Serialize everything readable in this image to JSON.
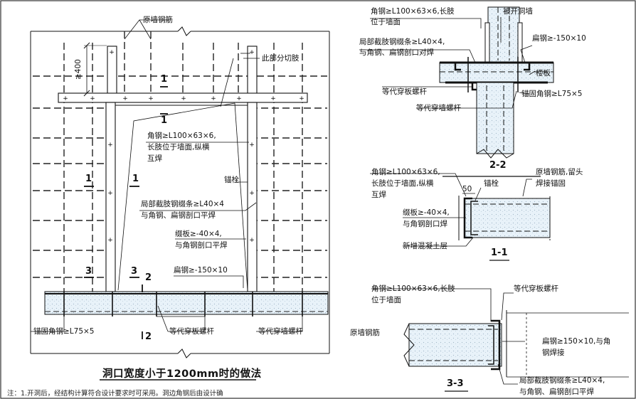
{
  "main_elevation": {
    "labels": {
      "original_rebar": "原墙钢筋",
      "cut_part": "此部分切肢",
      "dim_400": "≥400",
      "angle_steel": [
        "角钢≥L100×63×6,",
        "长肢位于墙面,纵横",
        "互焊"
      ],
      "anchor_bolt": "锚栓",
      "batten_partial": [
        "局部截肢钢缀条≥L40×4",
        "与角钢、扁钢剖口平焊"
      ],
      "batten_plate": [
        "缀板≥-40×4,",
        "与角钢剖口平焊"
      ],
      "flat_steel": "扁钢≥-150×10",
      "anchor_angle": "锚固角钢≥L75×5",
      "through_slab_bolt": "等代穿板螺杆",
      "through_wall_bolt": "等代穿墙螺杆"
    },
    "section_marks": {
      "s1": "1",
      "s3": "3",
      "s2": "2"
    },
    "title": "洞口宽度小于1200mm时的做法",
    "note": "注：1.开洞后，经结构计算符合设计要求时可采用。洞边角钢后由设计确"
  },
  "section_2_2": {
    "title": "2-2",
    "labels": {
      "angle_steel": [
        "角钢≥L100×63×6,长肢",
        "位于墙面"
      ],
      "opened_wall": "被开洞墙",
      "batten_partial": [
        "局部截肢钢缀条≥L40×4,",
        "与角钢、扁钢剖口对焊"
      ],
      "flat_steel": "扁钢≥-150×10",
      "floor_slab": "楼板",
      "through_slab_bolt": "等代穿板螺杆",
      "anchor_angle": "锚固角钢≥L75×5",
      "through_wall_bolt": "等代穿墙螺杆"
    }
  },
  "section_1_1": {
    "title": "1-1",
    "labels": {
      "angle_steel": [
        "角钢≥L100×63×6,",
        "长肢位于墙面,纵横",
        "互焊"
      ],
      "dim_50": "50",
      "anchor_bolt": "锚栓",
      "original_rebar": [
        "原墙钢筋,留头",
        "焊接锚固"
      ],
      "batten_plate": [
        "缀板≥-40×4,",
        "与角钢剖口焊"
      ],
      "new_concrete": "新增混凝土层"
    }
  },
  "section_3_3": {
    "title": "3-3",
    "labels": {
      "angle_steel": [
        "角钢≥L100×63×6,长肢",
        "位于墙面"
      ],
      "through_slab_bolt": "等代穿板螺杆",
      "original_rebar": "原墙钢筋",
      "flat_steel": [
        "扁钢≥150×10,与角",
        "钢焊接"
      ],
      "batten_partial": [
        "局部截肢钢缀条≥L40×4,",
        "与角钢、扁钢剖口平焊"
      ]
    }
  },
  "colors": {
    "line": "#111111",
    "hatch_fill": "#e6f1f8",
    "slab_fill": "#dfedf6",
    "dash": "#222222"
  }
}
